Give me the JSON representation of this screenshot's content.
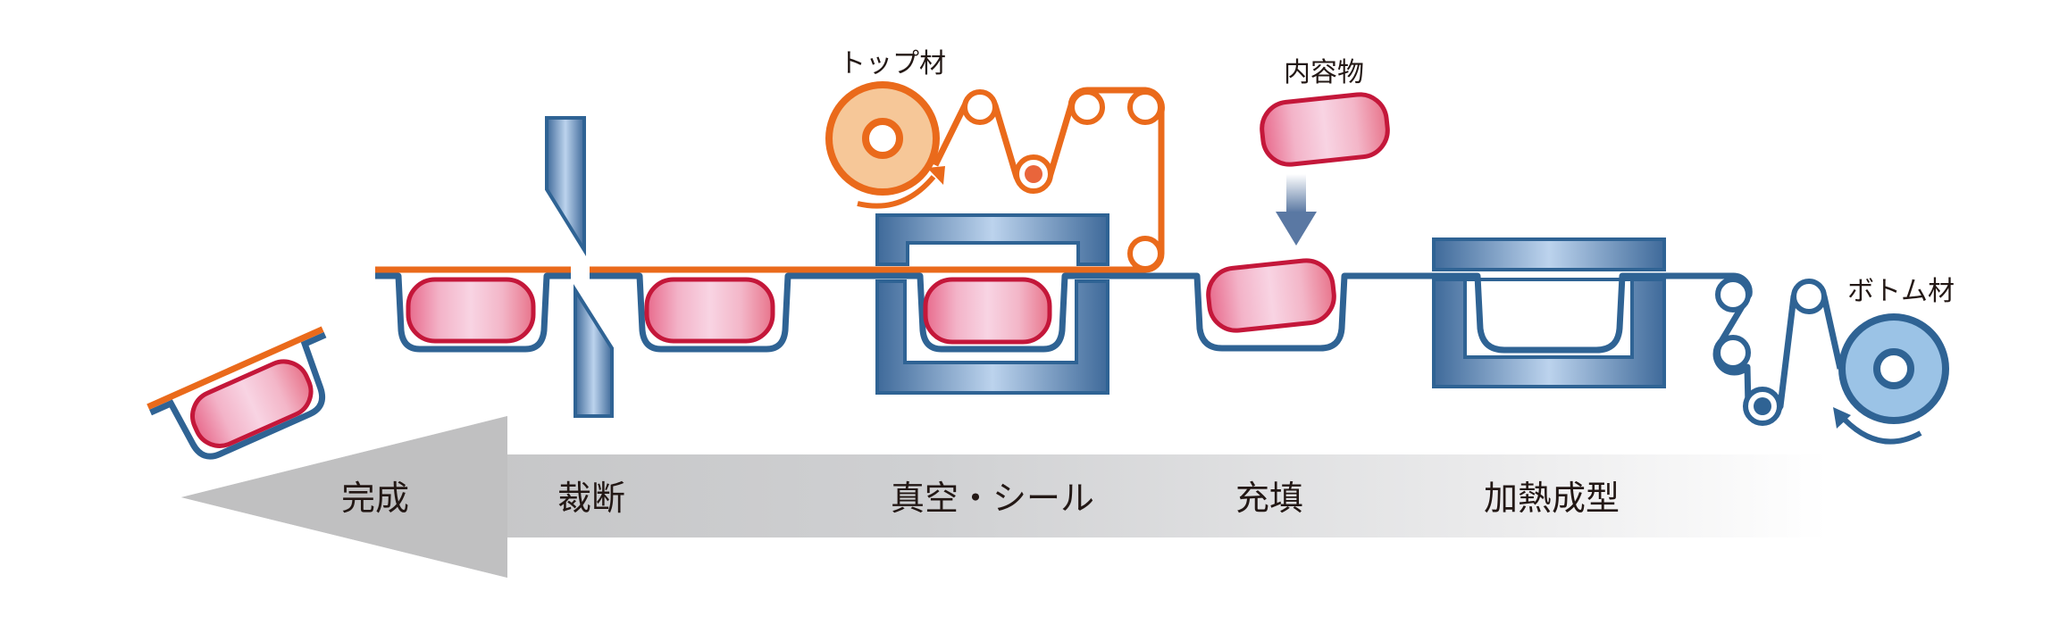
{
  "title": "Thermoforming deep-draw vacuum packaging process",
  "colors": {
    "bottom_film": "#2f6394",
    "top_film": "#ea6a1b",
    "top_roll_fill": "#f6c798",
    "bottom_roll_fill": "#9bc3e6",
    "product_outline": "#c4173a",
    "text": "#231815"
  },
  "materials": {
    "top": "トップ材",
    "bottom": "ボトム材",
    "contents": "内容物"
  },
  "steps": [
    {
      "id": "finish",
      "label": "完成"
    },
    {
      "id": "cut",
      "label": "裁断"
    },
    {
      "id": "vacuum_seal",
      "label": "真空・シール"
    },
    {
      "id": "fill",
      "label": "充填"
    },
    {
      "id": "thermoform",
      "label": "加熱成型"
    }
  ],
  "flow_direction": "right-to-left"
}
